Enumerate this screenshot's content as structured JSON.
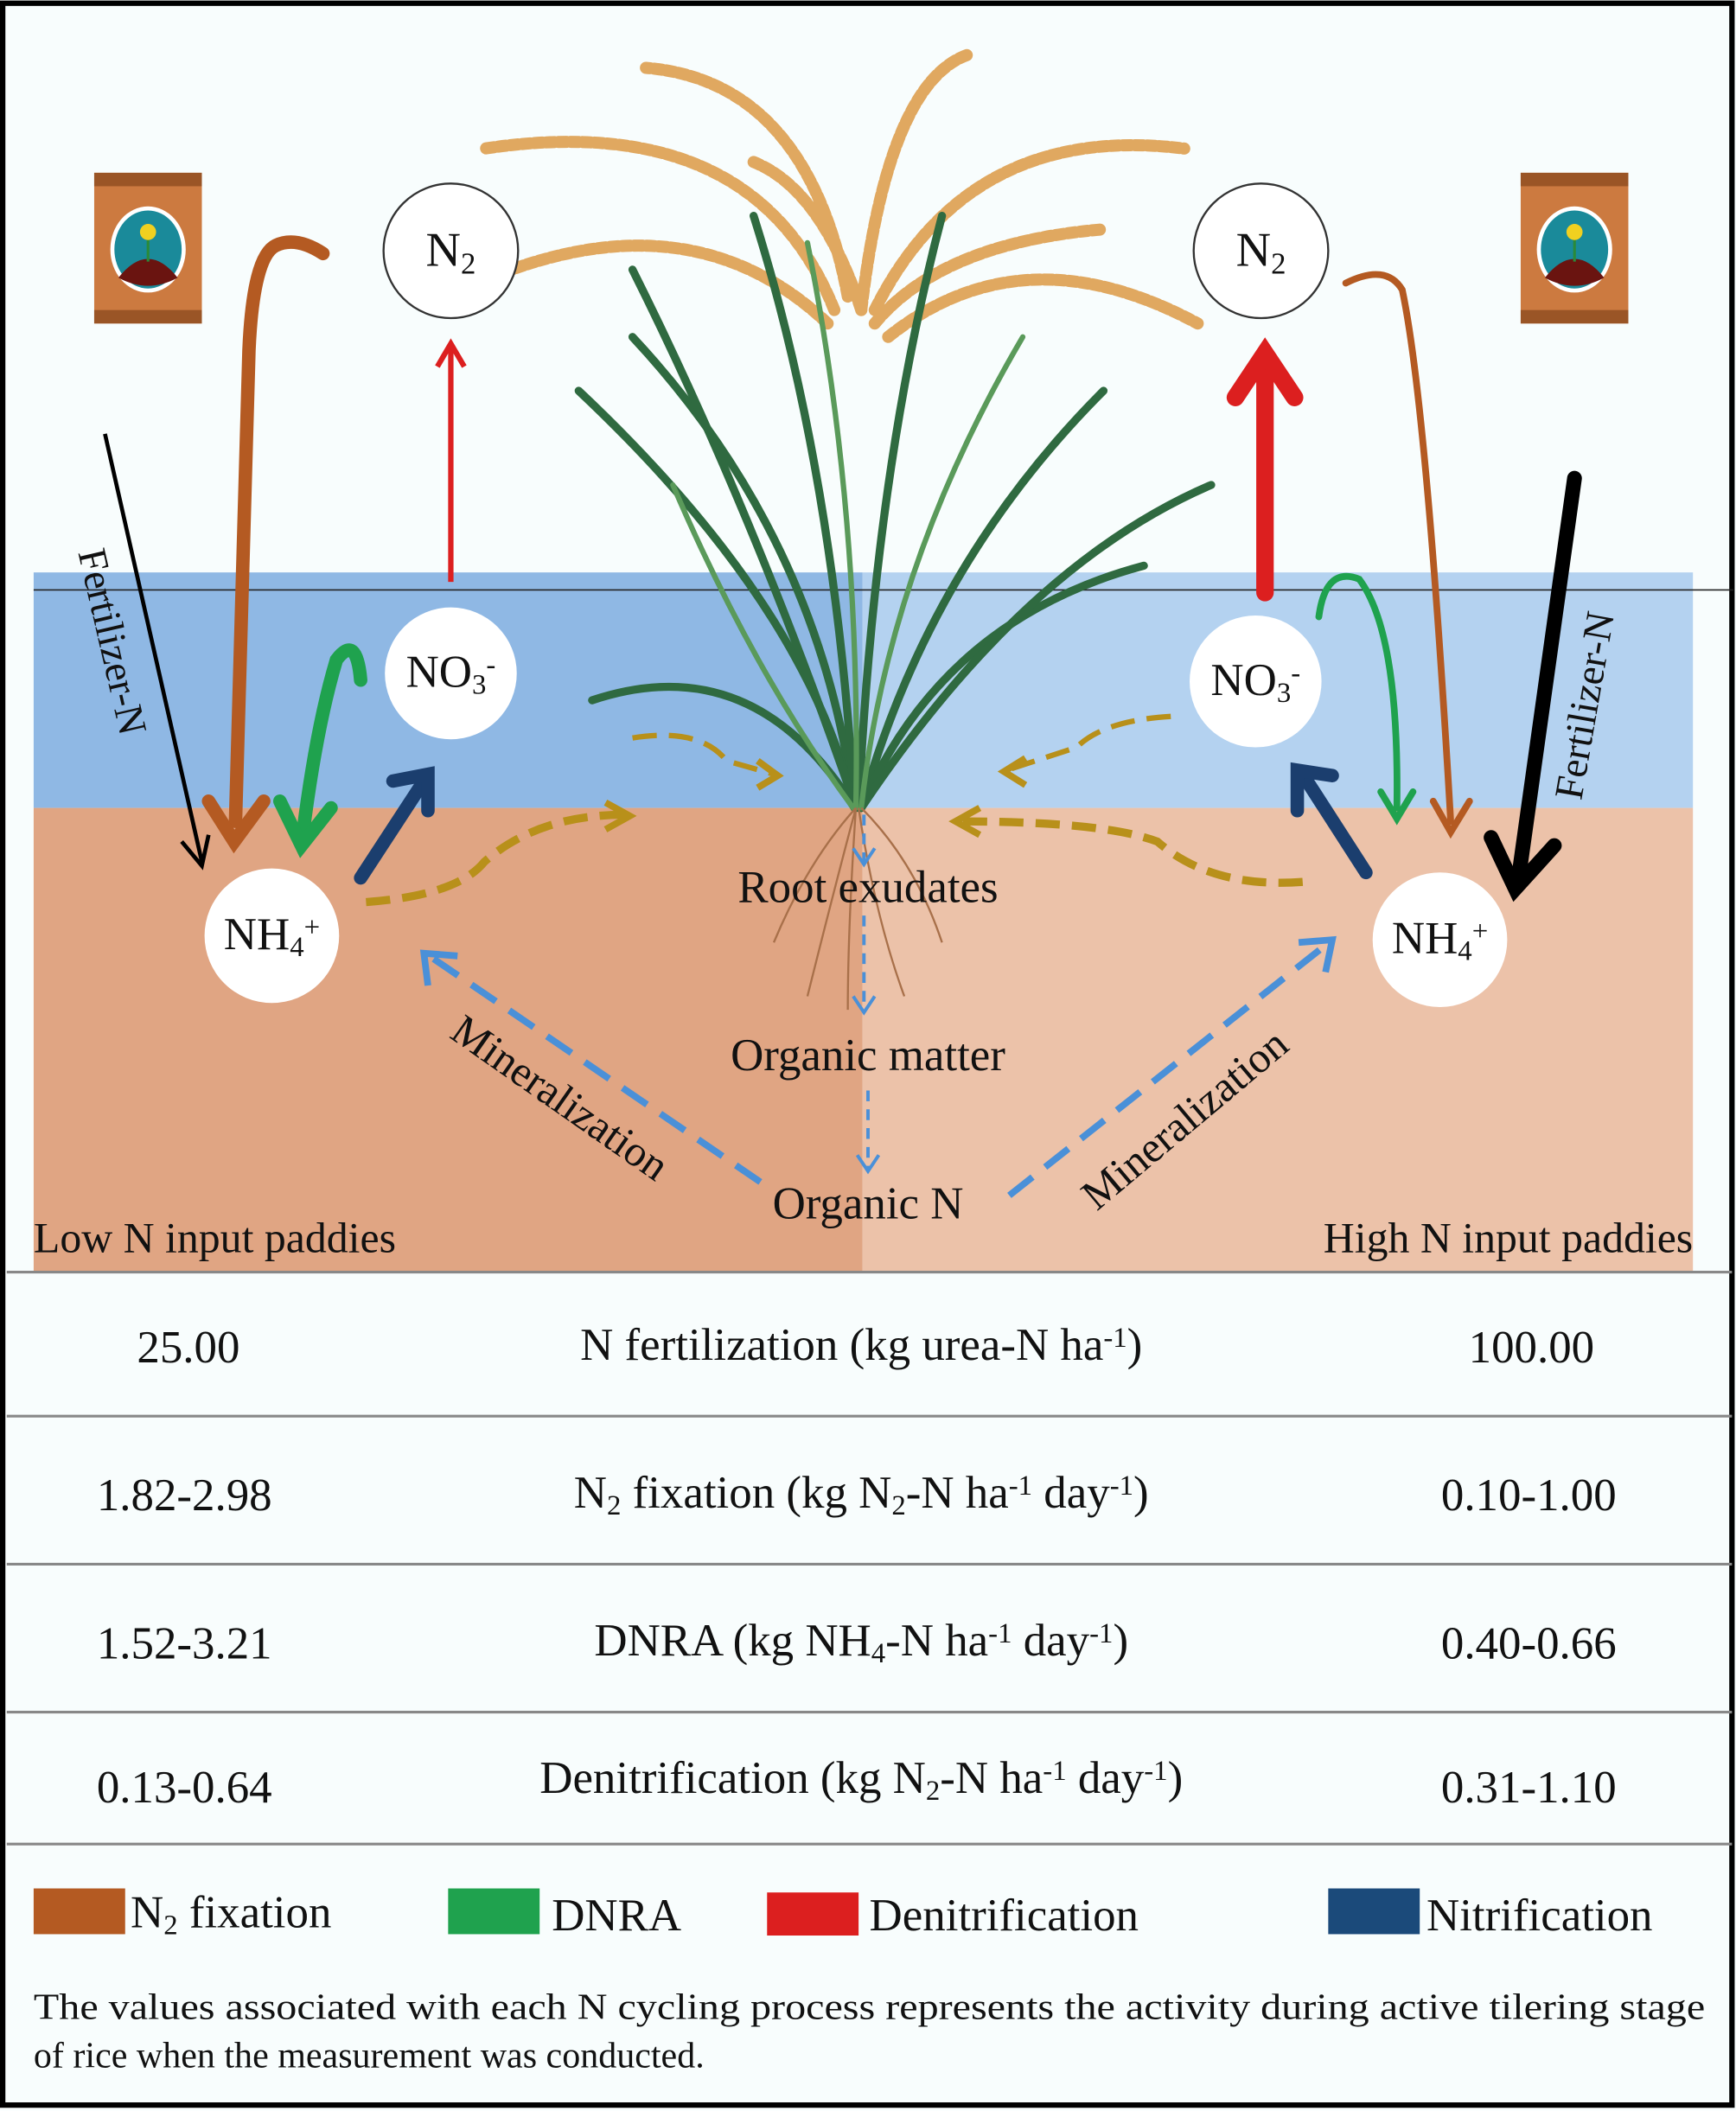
{
  "diagram": {
    "nodes": {
      "n2_left": [
        {
          "t": "N"
        },
        {
          "t": "2",
          "s": "sub"
        }
      ],
      "n2_right": [
        {
          "t": "N"
        },
        {
          "t": "2",
          "s": "sub"
        }
      ],
      "no3_left": [
        {
          "t": "NO"
        },
        {
          "t": "3",
          "s": "sub"
        },
        {
          "t": "-",
          "s": "sup"
        }
      ],
      "no3_right": [
        {
          "t": "NO"
        },
        {
          "t": "3",
          "s": "sub"
        },
        {
          "t": "-",
          "s": "sup"
        }
      ],
      "nh4_left": [
        {
          "t": "NH"
        },
        {
          "t": "4",
          "s": "sub"
        },
        {
          "t": "+",
          "s": "sup"
        }
      ],
      "nh4_right": [
        {
          "t": "NH"
        },
        {
          "t": "4",
          "s": "sub"
        },
        {
          "t": "+",
          "s": "sup"
        }
      ]
    },
    "labels": {
      "fertilizer_left": "Fertilizer-N",
      "fertilizer_right": "Fertilizer-N",
      "root_exudates": "Root exudates",
      "organic_matter": "Organic matter",
      "organic_n": "Organic N",
      "mineralization_left": "Mineralization",
      "mineralization_right": "Mineralization",
      "low_n": "Low N input paddies",
      "high_n": "High N input paddies"
    },
    "colors": {
      "n2_fixation": "#b45a22",
      "dnra": "#1fa24e",
      "denitrification": "#dc1f1f",
      "nitrification": "#1b3e6e",
      "water_low": "#8fb8e4",
      "water_high": "#b4d2f0",
      "soil_low": "#e0a583",
      "soil_high": "#ecc2a9"
    }
  },
  "table": {
    "rows": [
      {
        "low": "25.00",
        "label": [
          {
            "t": "N fertilization (kg urea-N ha"
          },
          {
            "t": "-1",
            "s": "sup"
          },
          {
            "t": ")"
          }
        ],
        "high": "100.00"
      },
      {
        "low": "1.82-2.98",
        "label": [
          {
            "t": "N"
          },
          {
            "t": "2",
            "s": "sub"
          },
          {
            "t": " fixation (kg N"
          },
          {
            "t": "2",
            "s": "sub"
          },
          {
            "t": "-N ha"
          },
          {
            "t": "-1",
            "s": "sup"
          },
          {
            "t": " day"
          },
          {
            "t": "-1",
            "s": "sup"
          },
          {
            "t": ")"
          }
        ],
        "high": "0.10-1.00"
      },
      {
        "low": "1.52-3.21",
        "label": [
          {
            "t": "DNRA (kg NH"
          },
          {
            "t": "4",
            "s": "sub"
          },
          {
            "t": "-N ha"
          },
          {
            "t": "-1",
            "s": "sup"
          },
          {
            "t": " day"
          },
          {
            "t": "-1",
            "s": "sup"
          },
          {
            "t": ")"
          }
        ],
        "high": "0.40-0.66"
      },
      {
        "low": "0.13-0.64",
        "label": [
          {
            "t": "Denitrification (kg N"
          },
          {
            "t": "2",
            "s": "sub"
          },
          {
            "t": "-N ha"
          },
          {
            "t": "-1",
            "s": "sup"
          },
          {
            "t": " day"
          },
          {
            "t": "-1",
            "s": "sup"
          },
          {
            "t": ")"
          }
        ],
        "high": "0.31-1.10"
      }
    ]
  },
  "legend": {
    "items": [
      {
        "label": [
          {
            "t": "N"
          },
          {
            "t": "2",
            "s": "sub"
          },
          {
            "t": " fixation"
          }
        ],
        "color": "#b45a22"
      },
      {
        "label": [
          {
            "t": "DNRA"
          }
        ],
        "color": "#1fa24e"
      },
      {
        "label": [
          {
            "t": "Denitrification"
          }
        ],
        "color": "#dc1f1f"
      },
      {
        "label": [
          {
            "t": "Nitrification"
          }
        ],
        "color": "#1b4a7a"
      }
    ]
  },
  "caption": {
    "line1": "The values associated with each N cycling process represents the activity during active tilering stage",
    "line2": "of rice when the measurement was conducted."
  }
}
